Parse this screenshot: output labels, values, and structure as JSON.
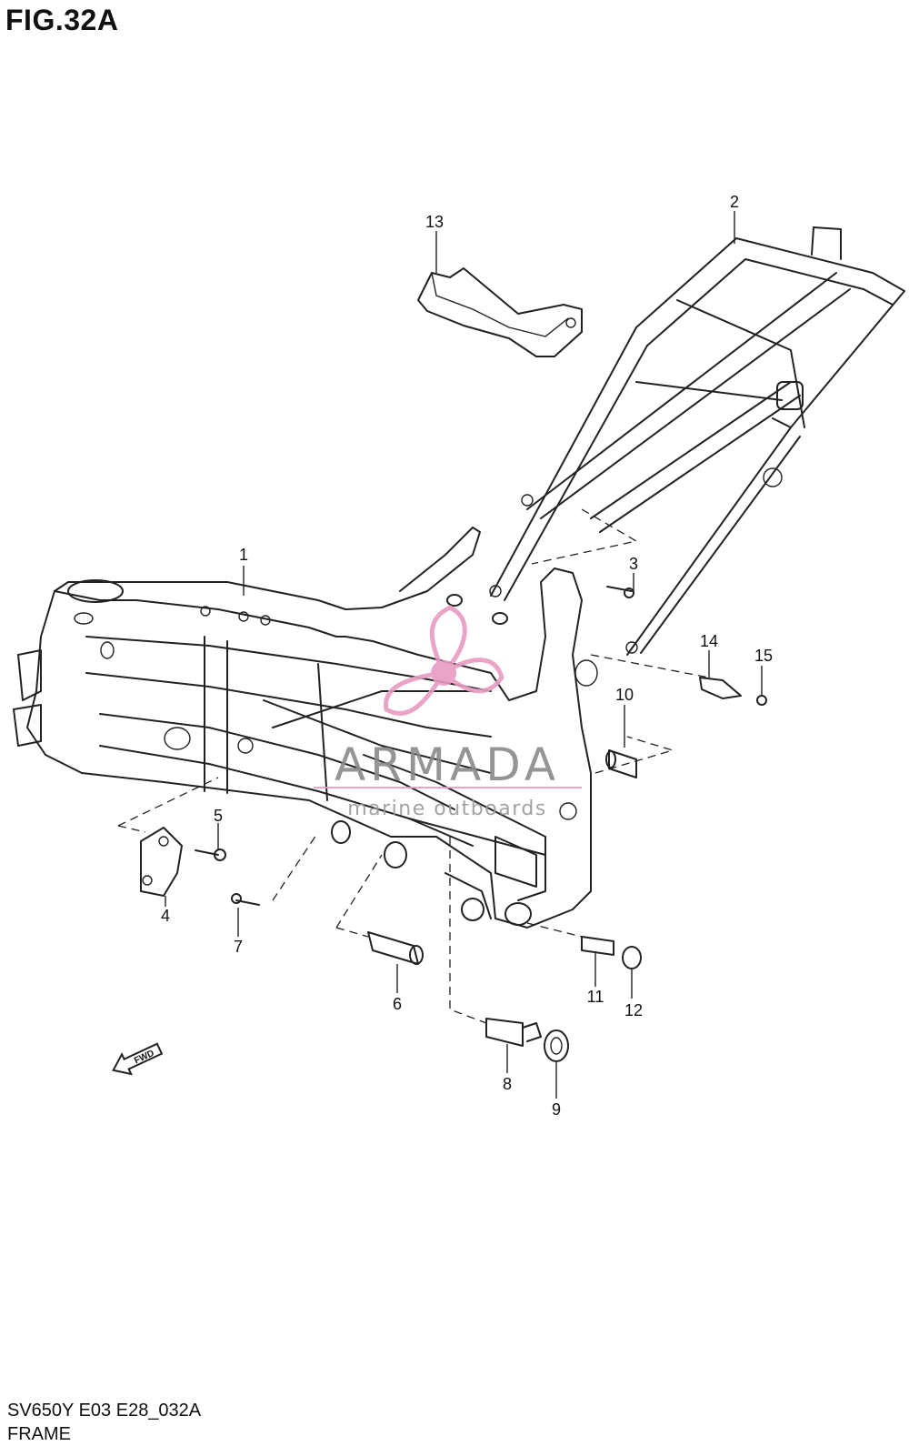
{
  "figure": {
    "title": "FIG.32A"
  },
  "callouts": [
    "1",
    "2",
    "3",
    "4",
    "5",
    "6",
    "7",
    "8",
    "9",
    "10",
    "11",
    "12",
    "13",
    "14",
    "15"
  ],
  "direction_marker": "FWD",
  "watermark": {
    "brand": "ARMADA",
    "tagline": "marine outboards",
    "accent_color": "#e79bc1"
  },
  "footer": {
    "model_code": "SV650Y E03 E28_032A",
    "section": "FRAME"
  }
}
